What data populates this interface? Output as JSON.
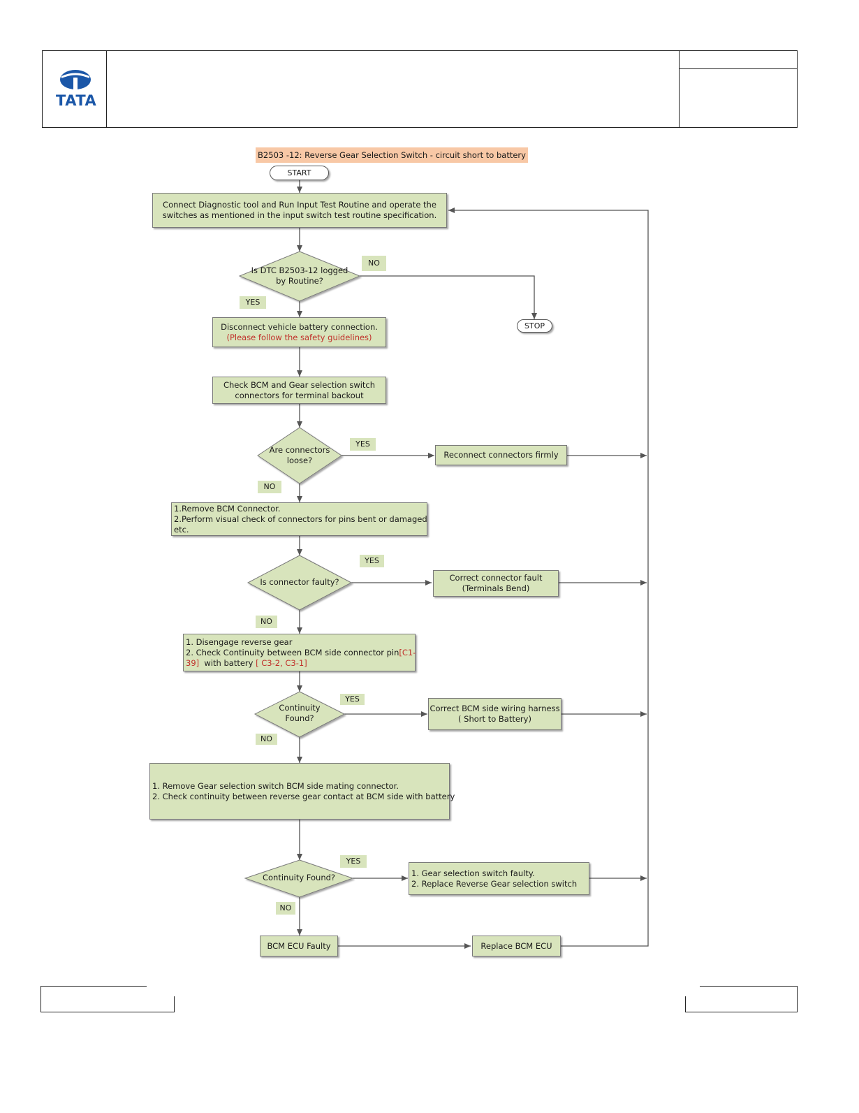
{
  "header": {
    "logo_text": "TATA",
    "brand_color": "#1b57a8"
  },
  "flowchart": {
    "title": "B2503 -12: Reverse Gear Selection Switch - circuit short to battery",
    "start": "START",
    "stop": "STOP",
    "step1": {
      "line1": "Connect Diagnostic tool and Run Input Test Routine and operate the",
      "line2": "switches as mentioned in the input switch test routine specification."
    },
    "decision1": {
      "line1": "Is DTC B2503-12 logged",
      "line2": "by Routine?"
    },
    "decision1_no": "NO",
    "decision1_yes": "YES",
    "step2": {
      "line1": "Disconnect vehicle battery connection.",
      "line2": "(Please follow the safety guidelines)"
    },
    "step3": {
      "line1": "Check  BCM and Gear selection switch",
      "line2": "connectors for terminal backout"
    },
    "decision2": {
      "line1": "Are connectors",
      "line2": "loose?"
    },
    "decision2_yes": "YES",
    "decision2_no": "NO",
    "action2": "Reconnect connectors firmly",
    "step4": {
      "line1": "1.Remove BCM Connector.",
      "line2": "2.Perform visual check of connectors for pins bent or damaged",
      "line3": "etc."
    },
    "decision3": {
      "line1": "Is connector faulty?"
    },
    "decision3_yes": "YES",
    "decision3_no": "NO",
    "action3": {
      "line1": "Correct connector fault",
      "line2": "(Terminals Bend)"
    },
    "step5": {
      "line1": "1. Disengage reverse gear",
      "line2a": "2. Check Continuity between BCM side connector pin",
      "line2b": "[C1-",
      "line3a": "39]",
      "line3b": "  with battery ",
      "line3c": "[ C3-2, C3-1]"
    },
    "decision4": {
      "line1": "Continuity",
      "line2": "Found?"
    },
    "decision4_yes": "YES",
    "decision4_no": "NO",
    "action4": {
      "line1": "Correct BCM side wiring harness",
      "line2": "( Short to Battery)"
    },
    "step6": {
      "line1": "1. Remove Gear selection switch BCM side  mating connector.",
      "line2": "2. Check continuity between reverse gear contact at BCM side with battery"
    },
    "decision5": {
      "line1": "Continuity Found?"
    },
    "decision5_yes": "YES",
    "decision5_no": "NO",
    "action5": {
      "line1": "1. Gear selection switch faulty.",
      "line2": "2. Replace Reverse Gear selection switch"
    },
    "step7": "BCM ECU Faulty",
    "action7": "Replace BCM ECU"
  },
  "colors": {
    "box_fill": "#d8e4bc",
    "title_fill": "#f8c8a6",
    "highlight_text": "#c0302a"
  }
}
